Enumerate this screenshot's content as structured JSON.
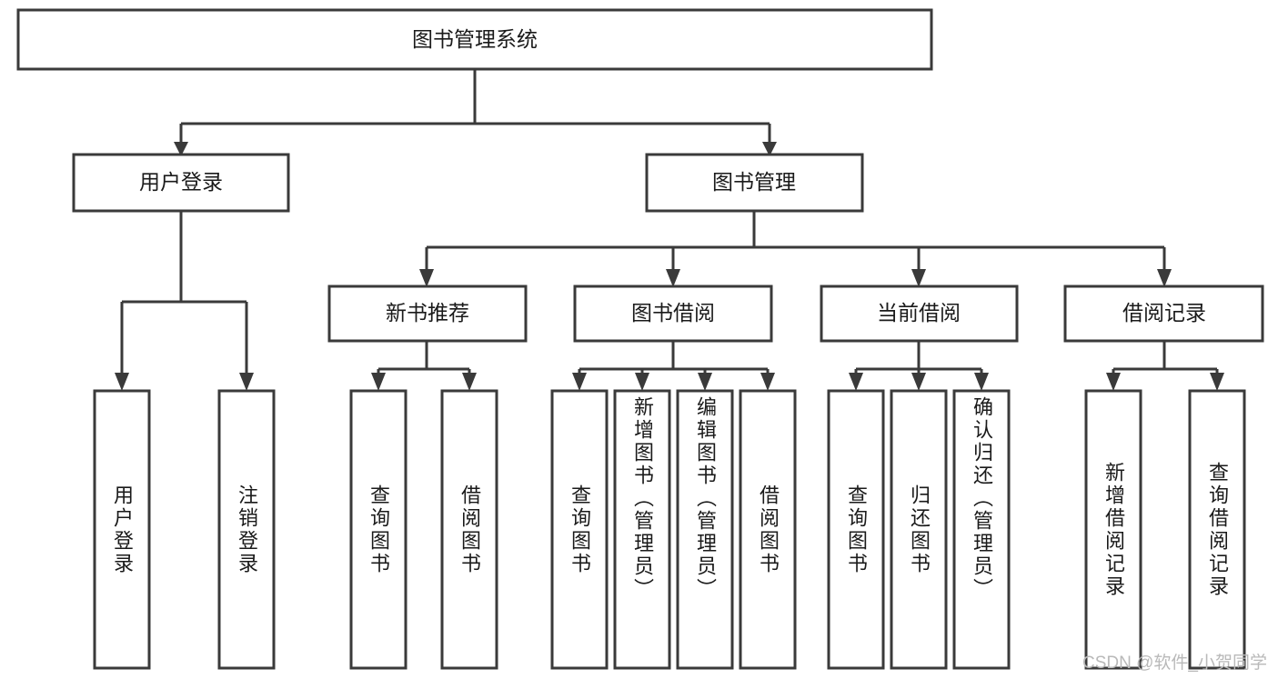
{
  "diagram": {
    "title": "图书管理系统",
    "type": "tree-hierarchy-chart",
    "colors": {
      "stroke": "#3a3a3a",
      "fill": "#ffffff",
      "text": "#1a1a1a",
      "watermark": "#b9b9b9"
    },
    "root": {
      "label": "图书管理系统"
    },
    "level2": [
      {
        "label": "用户登录"
      },
      {
        "label": "图书管理"
      }
    ],
    "level3": [
      {
        "label": "新书推荐"
      },
      {
        "label": "图书借阅"
      },
      {
        "label": "当前借阅"
      },
      {
        "label": "借阅记录"
      }
    ],
    "leaves": {
      "user_login": [
        {
          "label": "用户登录"
        },
        {
          "label": "注销登录"
        }
      ],
      "new_book_recommend": [
        {
          "label": "查询图书"
        },
        {
          "label": "借阅图书"
        }
      ],
      "book_borrow": [
        {
          "label": "查询图书"
        },
        {
          "label": "新增图书（管理员）"
        },
        {
          "label": "编辑图书（管理员）"
        },
        {
          "label": "借阅图书"
        }
      ],
      "current_borrow": [
        {
          "label": "查询图书"
        },
        {
          "label": "归还图书"
        },
        {
          "label": "确认归还（管理员）"
        }
      ],
      "borrow_records": [
        {
          "label": "新增借阅记录"
        },
        {
          "label": "查询借阅记录"
        }
      ]
    }
  },
  "watermark": {
    "text": "CSDN @软件_小贺同学"
  }
}
